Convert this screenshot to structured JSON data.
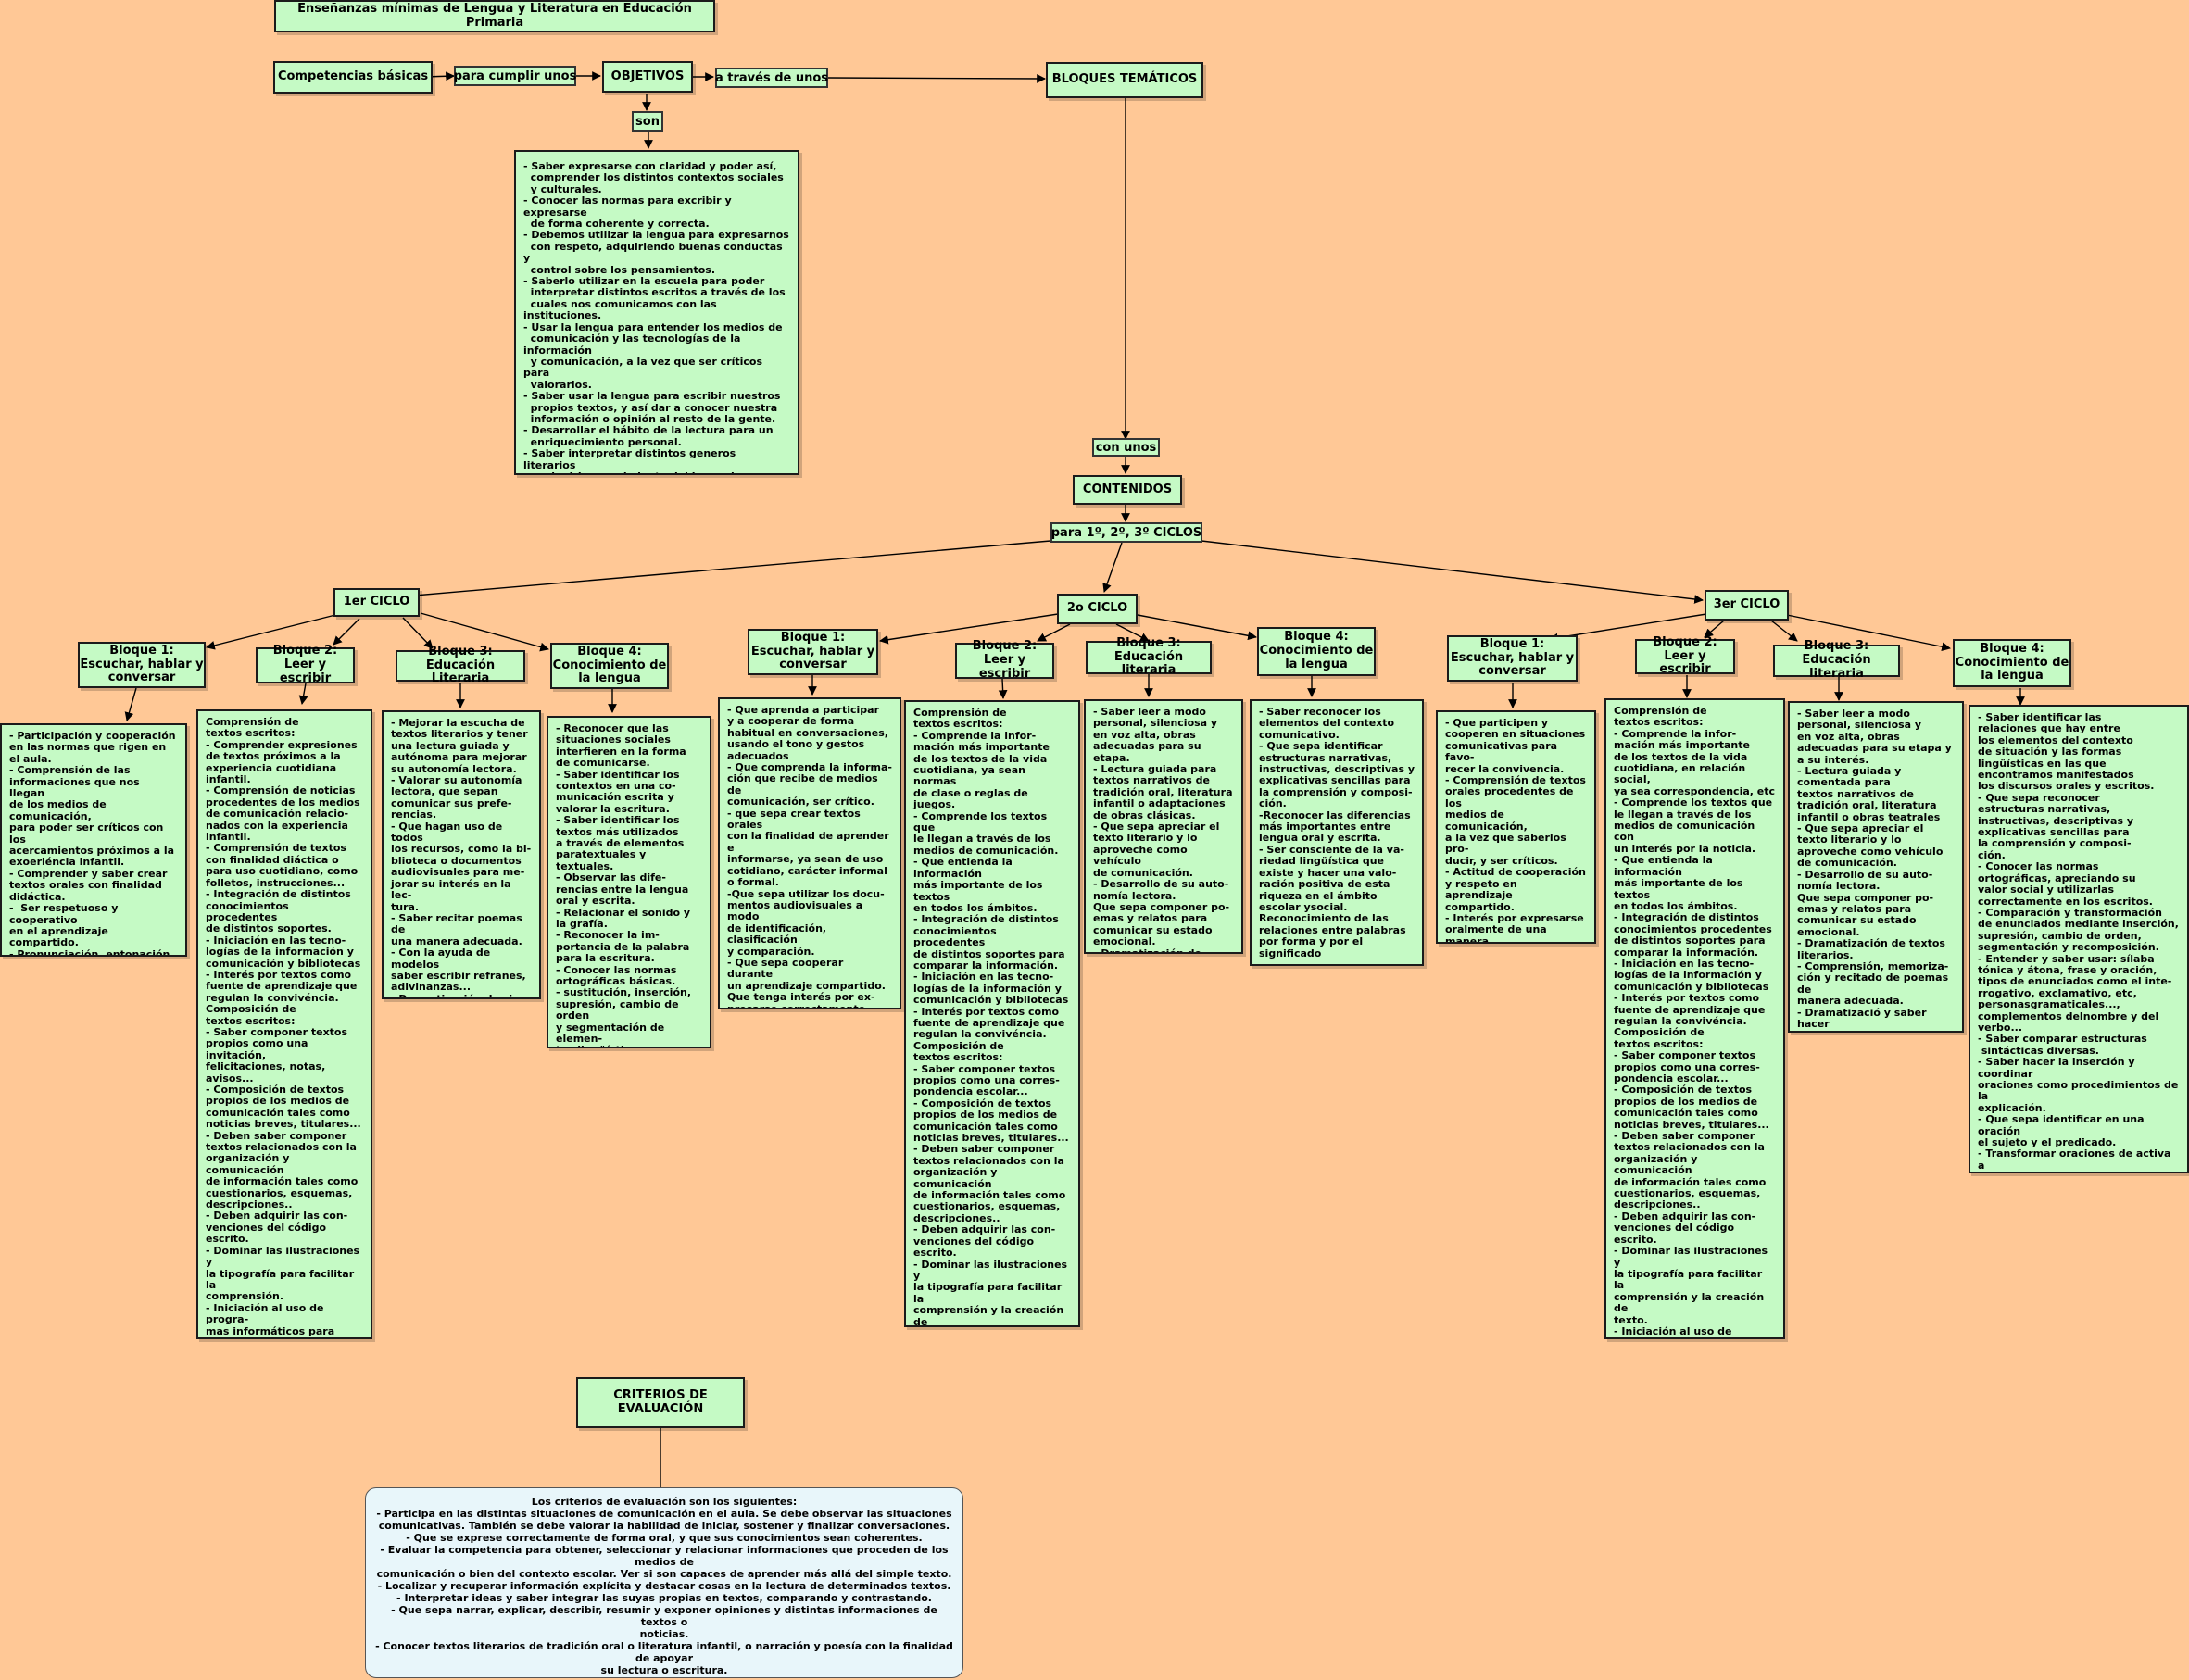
{
  "title": "Enseñanzas mínimas de Lengua y Literatura en Educación Primaria",
  "top": {
    "competencias": "Competencias básicas",
    "para_cumplir": "para cumplir unos",
    "objetivos": "OBJETIVOS",
    "a_traves": "a través de unos",
    "bloques_tematicos": "BLOQUES TEMÁTICOS",
    "son": "son",
    "con_unos": "con unos",
    "contenidos": "CONTENIDOS",
    "para_ciclos": "para 1º, 2º, 3º CICLOS"
  },
  "objetivos_list": "- Saber expresarse con claridad y poder así,\n  comprender los distintos contextos sociales\n  y culturales.\n- Conocer las normas para excribir y expresarse\n  de forma coherente y correcta.\n- Debemos utilizar la lengua para expresarnos\n  con respeto, adquiriendo buenas conductas y\n  control sobre los pensamientos.\n- Saberlo utilizar en la escuela para poder\n  interpretar distintos escritos a través de los\n  cuales nos comunicamos con las instituciones.\n- Usar la lengua para entender los medios de\n  comunicación y las tecnologías de la información\n  y comunicación, a la vez que ser críticos para\n  valorarlos.\n- Saber usar la lengua para escribir nuestros\n  propios textos, y así dar a conocer nuestra\n  información o opinión al resto de la gente.\n- Desarrollar el hábito de la lectura para un\n  enriquecimiento personal.\n- Saber interpretar distintos generos literarios\n  y adquirir conocimiento del lenguaje específico\n  literario.\n- Valorar la riqueza cultural a través del\n  plurilingüismo.\n- Ser críticos con los lenguajes racistas, clasistas\n  y sexistas.",
  "ciclos": [
    {
      "label": "1er CICLO",
      "bloques": [
        {
          "title": "Bloque 1:\nEscuchar, hablar y\nconversar",
          "content": "- Participación y cooperación\nen las normas que rigen en\nel aula.\n- Comprensión de las\ninformaciones que nos llegan\nde los medios de comunicación,\npara poder ser críticos con los\nacercamientos próximos a la\nexoeriéncia infantil.\n- Comprender y saber crear\ntextos orales con finalidad\ndidáctica.\n-  Ser respetuoso y cooperativo\nen el aprendizaje compartido.\n- Pronunciación, entonación y\nexpresión de una manera\nadecuada.\n- Utilizar un lenguaje\nrespetuoso."
        },
        {
          "title": "Bloque 2:\nLeer y escribir",
          "content": "Comprensión de\ntextos escritos:\n- Comprender expresiones\nde textos próximos a la\nexperiencia cuotidiana\ninfantil.\n- Comprensión de noticias\nprocedentes de los medios\nde comunicación relacio-\nnados con la experiencia\ninfantil.\n- Comprensión de textos\ncon finalidad diáctica o\npara uso cuotidiano, como\nfolletos, instrucciones...\n- Integración de distintos\nconocimientos procedentes\nde distintos soportes.\n- Iniciación en las tecno-\nlogías de la información y\ncomunicación y bibliotecas\n- Interés por textos como\nfuente de aprendizaje que\nregulan la convivéncia.\nComposición de\ntextos escritos:\n- Saber componer textos\npropios como una invitación,\nfelicitaciones, notas, avisos...\n- Composición de textos\npropios de los medios de\ncomunicación tales como\nnoticias breves, titulares...\n- Deben saber componer\ntextos relacionados con la\norganización y comunicación\nde información tales como\ncuestionarios, esquemas,\ndescripciones..\n- Deben adquirir las con-\nvenciones del código escrito.\n- Dominar las ilustraciones y\nla tipografía para facilitar la\ncomprensión.\n- Iniciación al uso de progra-\nmas informáticos para crear\nsus textos.\n- Hacer que tengan interés\nen la escritura, utilizarla para\nrelacionarse y aprender.\nTambién deben ser cuida-\ndosos con la presentación y\nla ortografía."
        },
        {
          "title": "Bloque 3:\nEducación Literaria",
          "content": "- Mejorar la escucha de\ntextos literarios y tener\nuna lectura guiada y\nautónoma para mejorar\nsu autonomía lectora.\n- Valorar su autonomía\nlectora, que sepan\ncomunicar sus prefe-\nrencias.\n- Que hagan uso de todos\nlos recursos, como la bi-\nblioteca o documentos\naudiovisuales para me-\njorar su interés en la lec-\ntura.\n- Saber recitar poemas de\nuna manera adecuada.\n- Con la ayuda de modelos\nsaber escribir refranes,\nadivinanzas...\n- Dramatización de si-\ntuaciones y de textos\nliterarios."
        },
        {
          "title": "Bloque 4:\nConocimiento de\nla lengua",
          "content": "- Reconocer que las\nsituaciones sociales\ninterfieren en la forma\nde comunicarse.\n- Saber identificar los\ncontextos en una co-\nmunicación escrita y\nvalorar la escritura.\n- Saber identificar los\ntextos más utilizados\na través de elementos\nparatextuales y\ntextuales.\n- Observar las dife-\nrencias entre la lengua\noral y escrita.\n- Relacionar el sonido y\nla grafía.\n- Reconocer la im-\nportancia de la palabra\npara la escritura.\n- Conocer las normas\nortográficas básicas.\n- sustitución, inserción,\nsupresión, cambio de orden\ny segmentación de elemen-\ntos lingüísticos."
        }
      ]
    },
    {
      "label": "2o CICLO",
      "bloques": [
        {
          "title": "Bloque 1:\nEscuchar, hablar y\nconversar",
          "content": "- Que aprenda a participar\ny a cooperar de forma\nhabitual en conversaciones,\nusando el tono y gestos\nadecuados\n- Que comprenda la informa-\nción que recibe de medios de\ncomunicación, ser crítico.\n- que sepa crear textos orales\ncon la finalidad de aprender e\ninformarse, ya sean de uso\ncotidiano, carácter informal\no formal.\n-Que sepa utilizar los docu-\nmentos audiovisuales a modo\nde identificación, clasificación\ny comparación.\n- Que sepa cooperar durante\nun aprendizaje compartido.\nQue tenga interés por ex-\npresarse correctamente para\nser entendido.\n- Que haga un uso de la lengua\ncorrecto, empleando un len-\nguaje no discriminatorio."
        },
        {
          "title": "Bloque 2:\nLeer y escribir",
          "content": "Comprensión de\ntextos escritos:\n- Comprende la infor-\nmación más importante\nde los textos de la vida\ncuotidiana, ya sean normas\nde clase o reglas de juegos.\n- Comprende los textos que\nle llegan a través de los\nmedios de comunicación.\n- Que entienda la información\nmás importante de los textos\nen todos los ámbitos.\n- Integración de distintos\nconocimientos procedentes\nde distintos soportes para\ncomparar la información.\n- Iniciación en las tecno-\nlogías de la información y\ncomunicación y bibliotecas\n- Interés por textos como\nfuente de aprendizaje que\nregulan la convivéncia.\nComposición de\ntextos escritos:\n- Saber componer textos\npropios como una corres-\npondencia escolar...\n- Composición de textos\npropios de los medios de\ncomunicación tales como\nnoticias breves, titulares...\n- Deben saber componer\ntextos relacionados con la\norganización y comunicación\nde información tales como\ncuestionarios, esquemas,\ndescripciones..\n- Deben adquirir las con-\nvenciones del código escrito.\n- Dominar las ilustraciones y\nla tipografía para facilitar la\ncomprensión y la creación de\ntexto.\n- Iniciación al uso de progra-\nmas informáticos para crear\nsus textos.\n- Hacer que tengan interés\nen la escritura, utilizarla para\nrelacionarse y aprender.\nTambién deben ser cuida-\ndosos con la presentación y\nla ortografía."
        },
        {
          "title": "Bloque 3:\nEducación literaria",
          "content": "- Saber leer a modo\npersonal, silenciosa y\nen voz alta, obras\nadecuadas para su etapa.\n- Lectura guiada para\ntextos narrativos de\ntradición oral, literatura\ninfantil o adaptaciones\nde obras clásicas.\n- Que sepa apreciar el\ntexto literario y lo\naproveche como vehículo\nde comunicación.\n- Desarrollo de su auto-\nnomía lectora.\nQue sepa componer po-\nemas y relatos para\ncomunicar su estado\nemocional.\n- Dramatización de textos\nliterarios."
        },
        {
          "title": "Bloque 4:\nConocimiento de\nla lengua",
          "content": "- Saber reconocer los\nelementos del contexto\ncomunicativo.\n- Que sepa identificar\nestructuras narrativas,\ninstructivas, descriptivas y\nexplicativas sencillas para\nla comprensión y composi-\nción.\n-Reconocer las diferencias\nmás importantes entre\nlengua oral y escrita.\n- Ser consciente de la va-\nriedad lingüística que\nexiste y hacer una valo-\nración positiva de esta\nriqueza en el ámbito\nescolar ysocial.\nReconocimiento de las\nrelaciones entre palabras\npor forma y por el significado"
        }
      ]
    },
    {
      "label": "3er CICLO",
      "bloques": [
        {
          "title": "Bloque 1:\nEscuchar, hablar y\nconversar",
          "content": "- Que participen y\ncooperen en situaciones\ncomunicativas para favo-\nrecer la convivencia.\n- Comprensión de textos\norales procedentes de los\nmedios de comunicación,\na la vez que saberlos pro-\nducir, y ser críticos.\n- Actitud de cooperación\ny respeto en aprendizaje\ncompartido.\n- Interés por expresarse\noralmente de una manera\nadecuada.\n-Utilizar la lengua para\nconcienciarse de las ideas\ny sentimientos propios."
        },
        {
          "title": "Bloque 2:\nLeer y escribir",
          "content": "Comprensión de\ntextos escritos:\n- Comprende la infor-\nmación más importante\nde los textos de la vida\ncuotidiana, en relación social,\nya sea correspondencia, etc\n- Comprende los textos que\nle llegan a través de los\nmedios de comunicación con\nun interés por la noticia.\n- Que entienda la información\nmás importante de los textos\nen todos los ámbitos.\n- Integración de distintos\nconocimientos procedentes\nde distintos soportes para\ncomparar la información.\n- Iniciación en las tecno-\nlogías de la información y\ncomunicación y bibliotecas\n- Interés por textos como\nfuente de aprendizaje que\nregulan la convivéncia.\nComposición de\ntextos escritos:\n- Saber componer textos\npropios como una corres-\npondencia escolar...\n- Composición de textos\npropios de los medios de\ncomunicación tales como\nnoticias breves, titulares...\n- Deben saber componer\ntextos relacionados con la\norganización y comunicación\nde información tales como\ncuestionarios, esquemas,\ndescripciones..\n- Deben adquirir las con-\nvenciones del código escrito.\n- Dominar las ilustraciones y\nla tipografía para facilitar la\ncomprensión y la creación de\ntexto.\n- Iniciación al uso de progra-\nmas informáticos para crear\nsus textos.\n- Hacer que tengan interés\nen la escritura, utilizarla para\nrelacionarse y aprender.\nTambién deben ser cuida-\ndosos con la presentación y\nla ortografía."
        },
        {
          "title": "Bloque 3:\nEducación literaria",
          "content": "- Saber leer a modo\npersonal, silenciosa y\nen voz alta, obras\nadecuadas para su etapa y\na su interés.\n- Lectura guiada y\ncomentada para\ntextos narrativos de\ntradición oral, literatura\ninfantil o obras teatrales\n- Que sepa apreciar el\ntexto literario y lo\naproveche como vehículo\nde comunicación.\n- Desarrollo de su auto-\nnomía lectora.\nQue sepa componer po-\nemas y relatos para\ncomunicar su estado\nemocional.\n- Dramatización de textos\nliterarios.\n- Comprensión, memoriza-\nción y recitado de poemas de\nmanera adecuada.\n- Dramatizació y saber hacer\nuna lectura dramatizada de\ntextos literarios."
        },
        {
          "title": "Bloque 4:\nConocimiento de\nla lengua",
          "content": "- Saber identificar las\nrelaciones que hay entre\nlos elementos del contexto\nde situación y las formas\nlingüísticas en las que\nencontramos manifestados\nlos discursos orales y escritos.\n- Que sepa reconocer\nestructuras narrativas,\ninstructivas, descriptivas y\nexplicativas sencillas para\nla comprensión y composi-\nción.\n- Conocer las normas\nortográficas, apreciando su\nvalor social y utilizarlas\ncorrectamente en los escritos.\n- Comparación y transformación\nde enunciados mediante inserción,\nsupresión, cambio de orden,\nsegmentación y recomposición.\n- Entender y saber usar: sílaba\ntónica y átona, frase y oración,\ntipos de enunciados como el inte-\nrrogativo, exclamativo, etc,\npersonasgramaticales...,\ncomplementos delnombre y del\nverbo...\n- Saber comparar estructuras\n sintácticas diversas.\n- Saber hacer la inserción y coordinar\noraciones como procedimientos de la\nexplicación.\n- Que sepa identificar en una oración\nel sujeto y el predicado.\n- Transformar oraciones de activa a\npasiva y viceversa.\n- Que sepa pasar de un estilo directo\na estilo indirecto en una narración."
        }
      ]
    }
  ],
  "criterios": {
    "label": "CRITERIOS DE EVALUACIÓN",
    "text": "Los criterios de evaluación son los siguientes:\n- Participa en las distintas situaciones de comunicación en el aula. Se debe observar las situaciones\ncomunicativas. También se debe valorar la habilidad de iniciar, sostener y finalizar conversaciones.\n- Que se exprese correctamente de forma oral, y que sus conocimientos sean coherentes.\n- Evaluar la competencia para obtener, seleccionar y relacionar informaciones que proceden de los medios de\ncomunicación o bien del contexto escolar. Ver si son capaces de aprender más allá del simple texto.\n- Localizar y recuperar información explícita y destacar cosas en la lectura de determinados textos.\n- Interpretar ideas y saber integrar las suyas propias en textos, comparando y contrastando.\n- Que sepa narrar, explicar, describir, resumir y exponer opiniones y distintas informaciones de textos o\nnoticias.\n- Conocer textos literarios de tradición oral o literatura infantil, o narración y poesía con la finalidad de apoyar\nsu lectura o escritura.\n- Que sepa utilizar las bibliotecas, videotecas y todo tipo de métodos y su organización.\n- Identificar los cambios que surgen en las palabras, los enunciados ....\n- Comprender y saber utilizar la terminología gramatical y lingüística básica a la hora de producir o comprender\nun texto."
  },
  "colors": {
    "background": "#ffc896",
    "node": "#c5fac5",
    "criteria_box": "#e8f6fa"
  }
}
